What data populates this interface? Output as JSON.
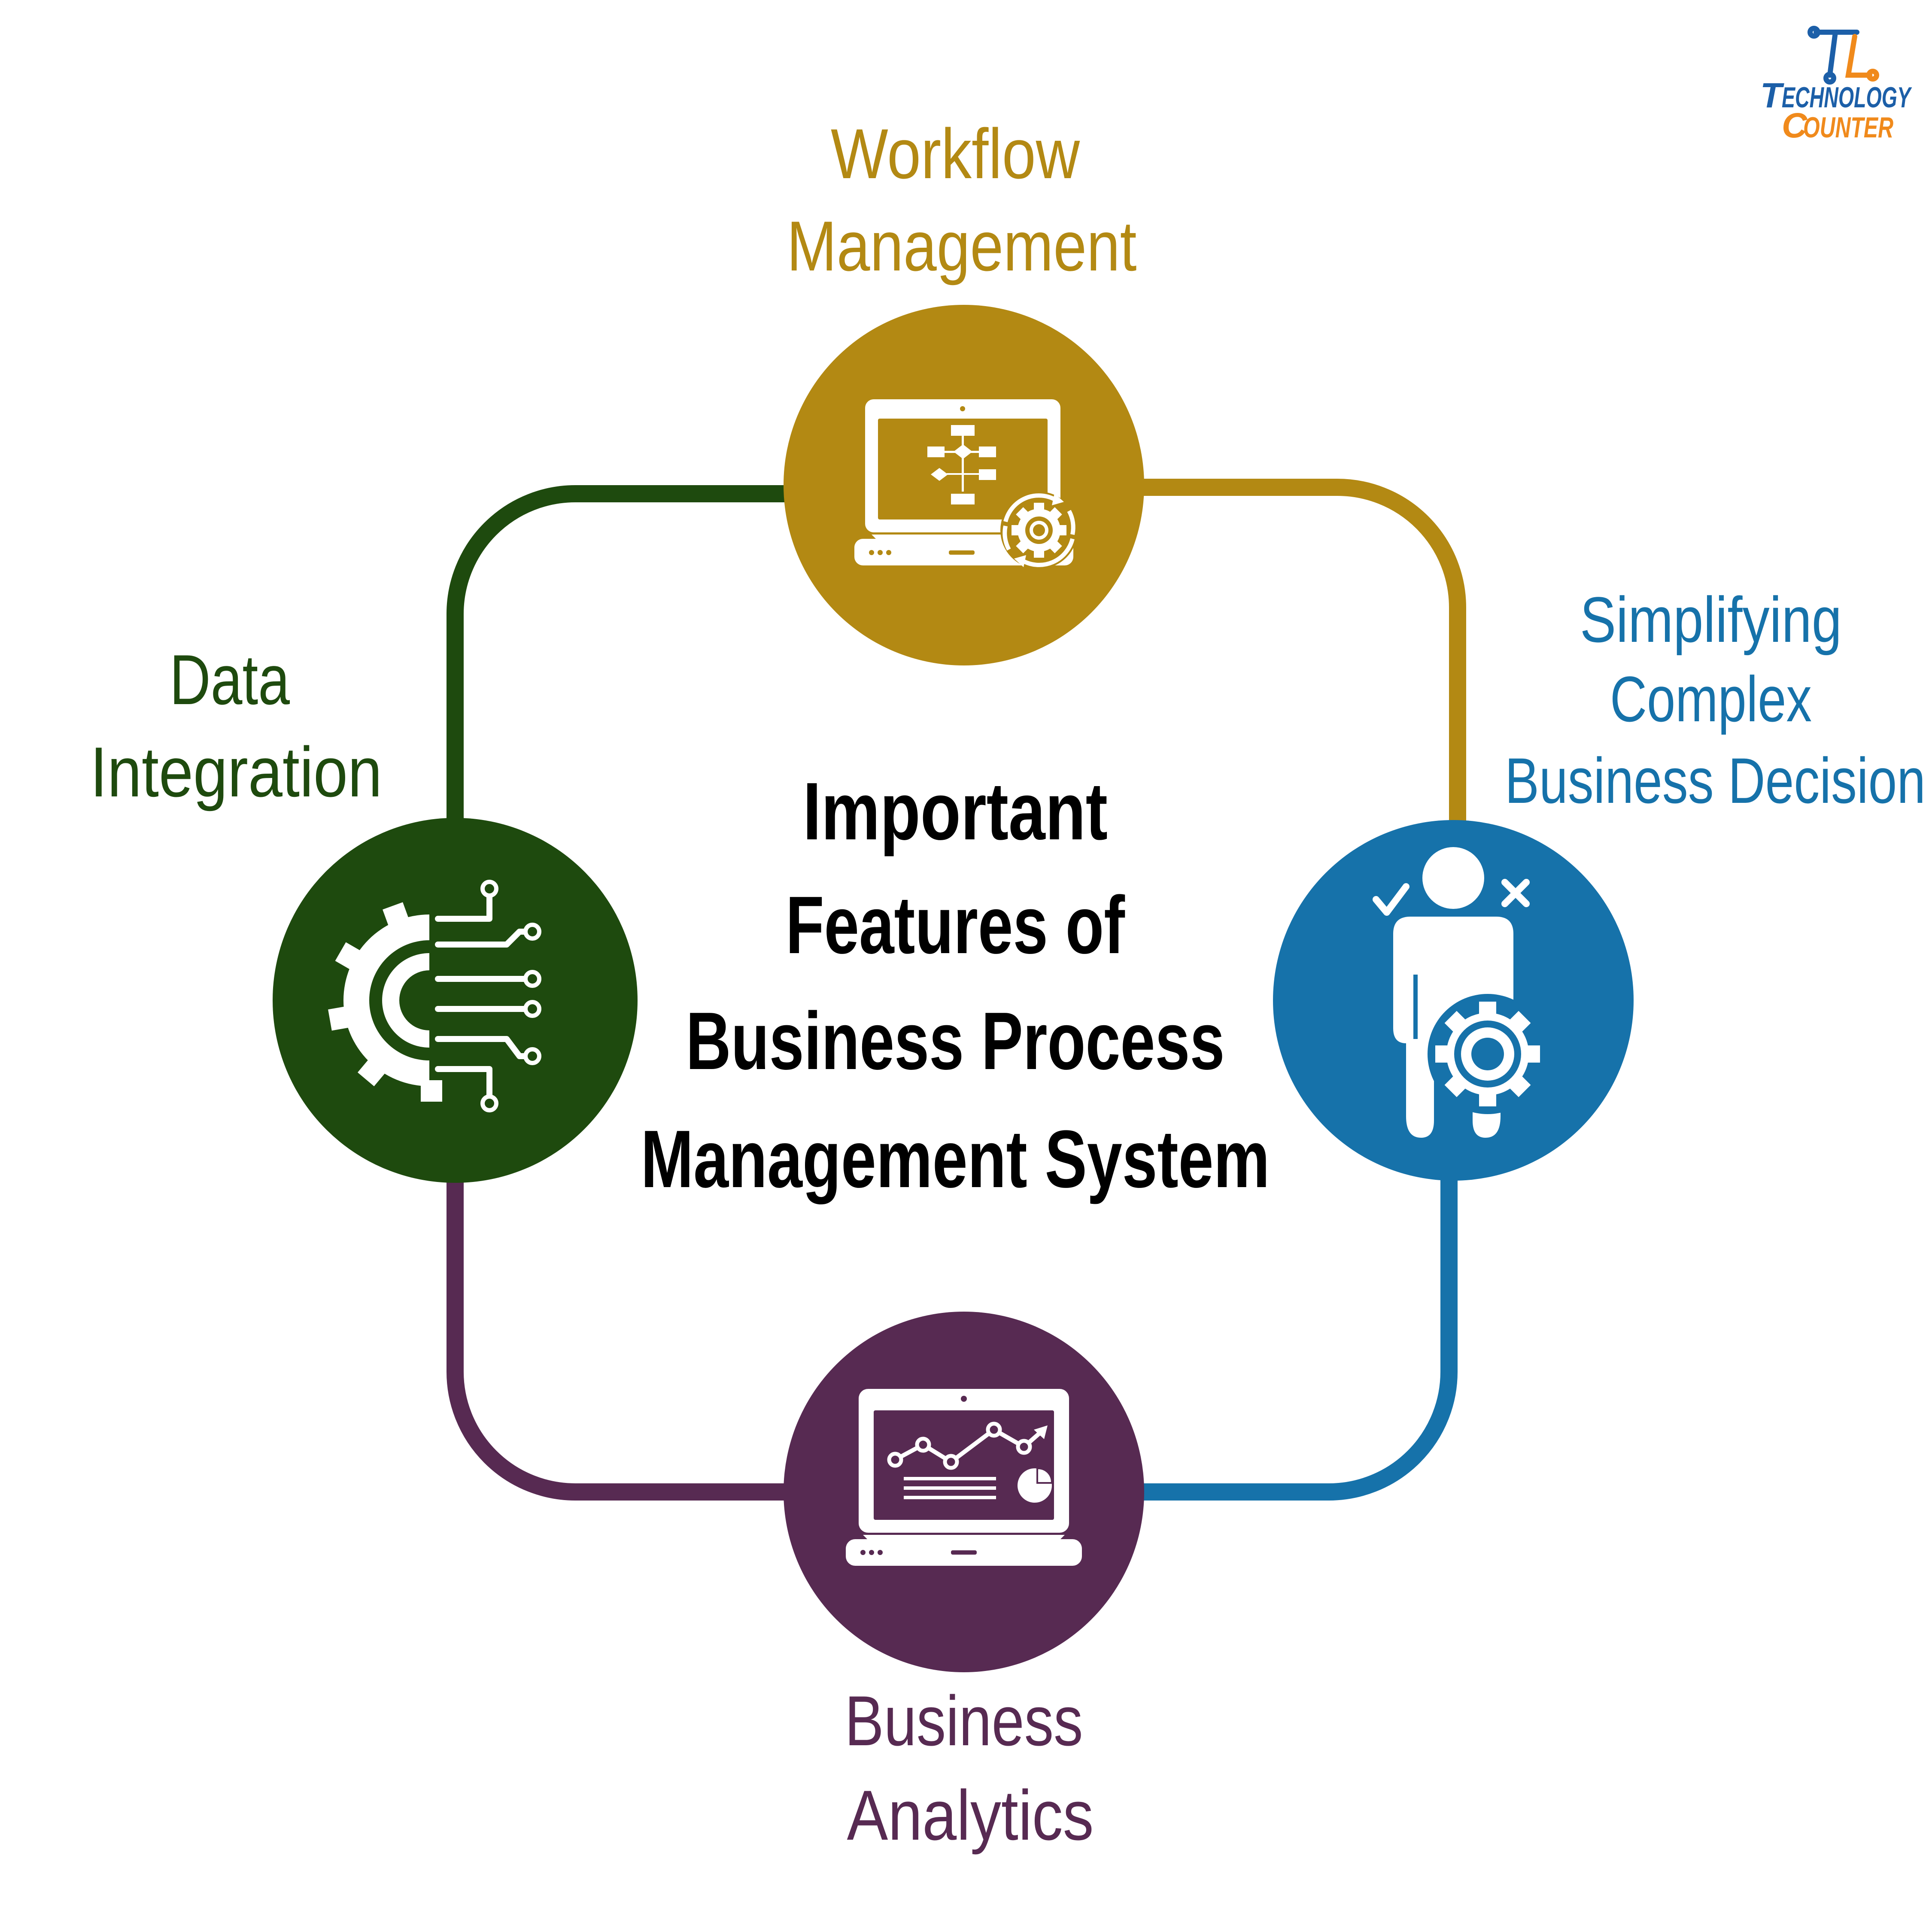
{
  "title": {
    "lines": [
      "Important",
      "Features of",
      "Business Process",
      "Management System"
    ]
  },
  "logo": {
    "line1": "ECHNOLOGY",
    "line2": "OUNTER",
    "brand_text": "TECHNOLOGY COUNTER"
  },
  "features": [
    {
      "id": "workflow",
      "lines": [
        "Workflow",
        "Management"
      ],
      "color": "#B38913",
      "icon": "laptop-flowchart-gear-icon"
    },
    {
      "id": "decision",
      "lines": [
        "Simplifying",
        "Complex",
        "Business Decision"
      ],
      "color": "#1672AA",
      "icon": "person-gear-choice-icon"
    },
    {
      "id": "analytics",
      "lines": [
        "Business",
        "Analytics"
      ],
      "color": "#572A52",
      "icon": "laptop-chart-icon"
    },
    {
      "id": "integration",
      "lines": [
        "Data",
        "Integration"
      ],
      "color": "#1E4A0E",
      "icon": "gear-circuit-icon"
    }
  ],
  "colors": {
    "logo_blue": "#1C5FA8",
    "logo_orange": "#F08A1C",
    "title": "#000000",
    "icon_fill": "#FFFFFF"
  }
}
